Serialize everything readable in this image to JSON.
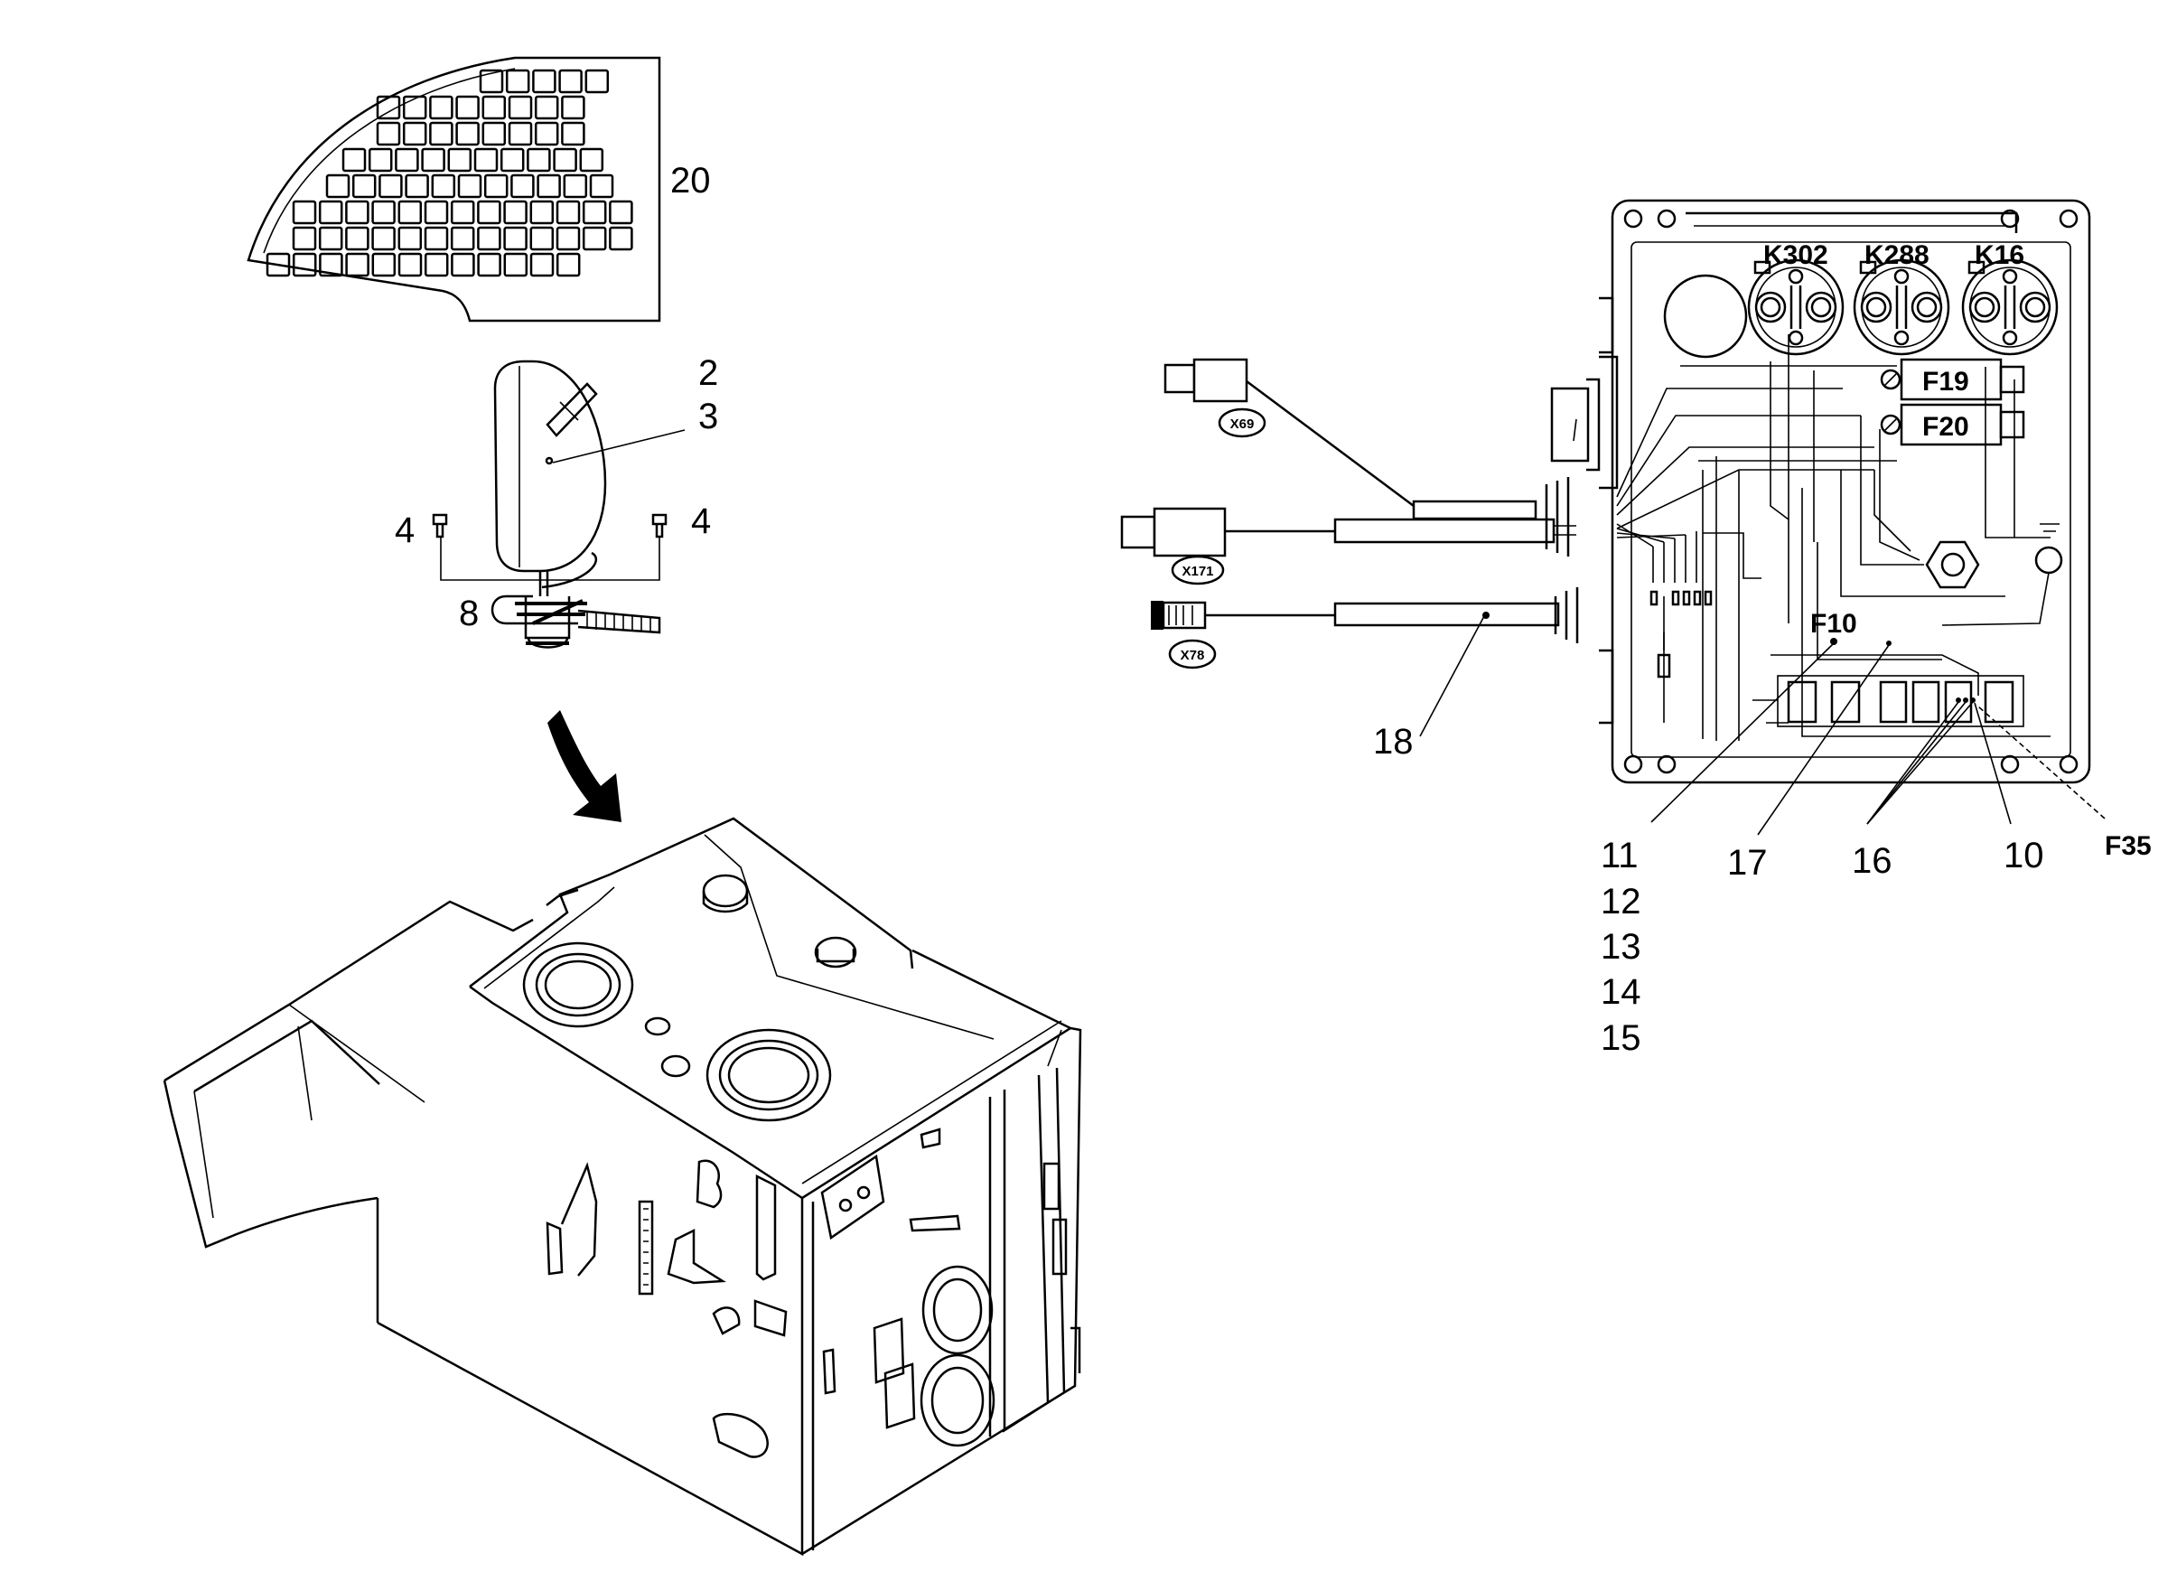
{
  "callouts": {
    "c20": "20",
    "c2": "2",
    "c3": "3",
    "c4_left": "4",
    "c4_right": "4",
    "c8": "8",
    "c18": "18",
    "c11": "11",
    "c12": "12",
    "c13": "13",
    "c14": "14",
    "c15": "15",
    "c17": "17",
    "c16": "16",
    "c10": "10",
    "cF35": "F35"
  },
  "relays": {
    "k302": "K302",
    "k288": "K288",
    "k16": "K16"
  },
  "fuses": {
    "f19": "F19",
    "f20": "F20",
    "f10": "F10"
  },
  "connectors": {
    "x69": "X69",
    "x171": "X171",
    "x78": "X78"
  }
}
